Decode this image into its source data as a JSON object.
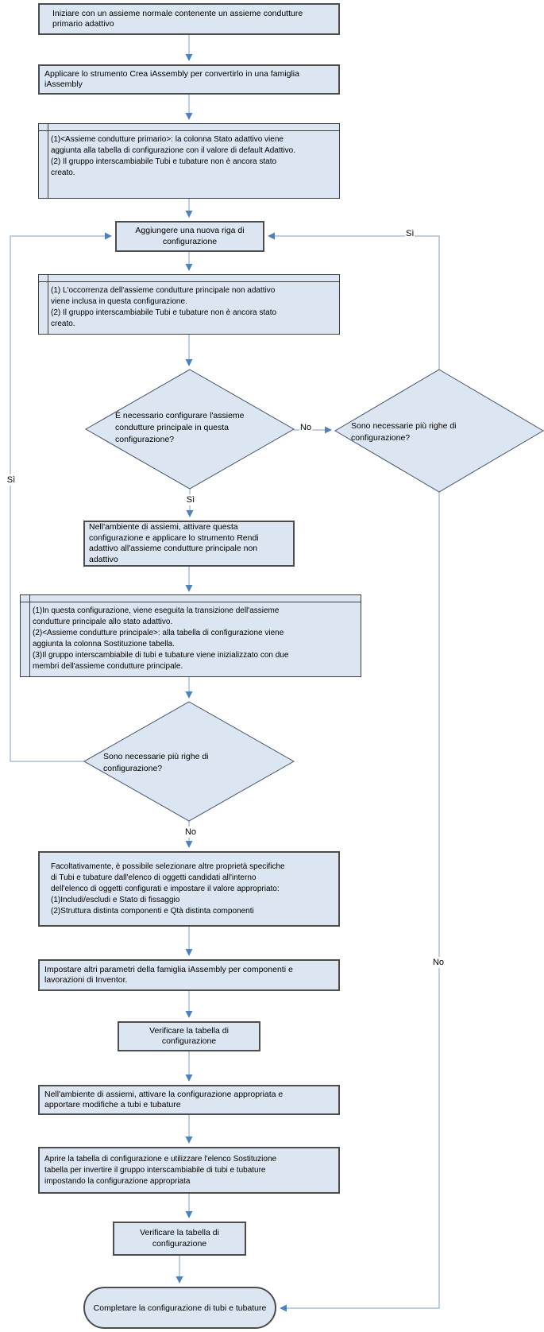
{
  "nodes": {
    "start": "Iniziare con un assieme normale contenente un assieme condutture\nprimario adattivo",
    "create_iassembly": "Applicare lo strumento Crea iAssembly per convertirlo in una famiglia\niAssembly",
    "note_primary": "(1)<Assieme condutture primario>: la colonna Stato adattivo viene\naggiunta alla tabella di configurazione con il valore di default Adattivo.\n(2) Il gruppo interscambiabile Tubi e tubature non è ancora stato\ncreato.",
    "add_row": "Aggiungere una nuova riga di\nconfigurazione",
    "note_occurrence": "(1) L'occorrenza dell'assieme condutture principale non adattivo\nviene inclusa in questa configurazione.\n(2) Il gruppo interscambiabile Tubi e tubature non è ancora stato\ncreato.",
    "q_configure_main": "È necessario configurare l'assieme\ncondutture principale in questa\nconfigurazione?",
    "q_more_rows_right": "Sono necessarie più righe di\nconfigurazione?",
    "make_adaptive": "Nell'ambiente di assiemi, attivare questa\nconfigurazione e applicare lo strumento Rendi\nadattivo all'assieme condutture principale non\nadattivo",
    "note_transition": "(1)In questa configurazione, viene eseguita la transizione dell'assieme\ncondutture principale allo stato adattivo.\n(2)<Assieme condutture principale>: alla tabella di configurazione viene\naggiunta la colonna Sostituzione tabella.\n(3)Il gruppo interscambiabile di tubi e tubature viene inizializzato con due\nmembri dell'assieme condutture principale.",
    "q_more_rows_left": "Sono necessarie più righe di\nconfigurazione?",
    "optional_props": "Facoltativamente, è possibile selezionare altre proprietà specifiche\ndi Tubi e tubature dall'elenco di oggetti candidati all'interno\ndell'elenco di oggetti configurati e impostare il valore appropriato:\n(1)Includi/escludi e Stato di fissaggio\n(2)Struttura distinta componenti e Qtà distinta componenti",
    "set_params": "Impostare altri parametri della famiglia iAssembly per componenti e\nlavorazioni di Inventor.",
    "verify_table_1": "Verificare la tabella di\nconfigurazione",
    "activate_config": "Nell'ambiente di assiemi, attivare la configurazione appropriata e\napportare modifiche a tubi e tubature",
    "open_table": "Aprire la tabella di configurazione e utilizzare l'elenco Sostituzione\ntabella per invertire il gruppo interscambiabile di tubi e tubature\nimpostando la configurazione appropriata",
    "verify_table_2": "Verificare la tabella di\nconfigurazione",
    "complete": "Completare la configurazione di tubi e tubature"
  },
  "edge_labels": {
    "yes": "Sì",
    "no": "No"
  },
  "colors": {
    "node_fill": "#dce6f2",
    "node_border": "#4d4d4d",
    "diamond_border": "#44546a",
    "connector": "#7f9fc4",
    "arrowhead": "#4f81bd"
  }
}
